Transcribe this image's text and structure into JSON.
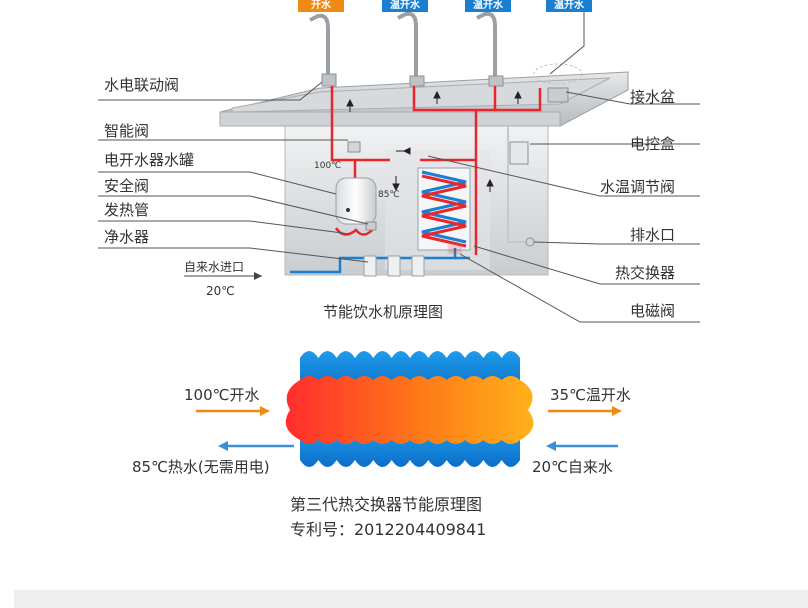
{
  "taps": [
    {
      "label": "开水",
      "color": "#f08a17"
    },
    {
      "label": "温开水",
      "color": "#1a7fd0"
    },
    {
      "label": "温开水",
      "color": "#1a7fd0"
    },
    {
      "label": "温开水",
      "color": "#1a7fd0"
    }
  ],
  "left_labels": [
    "水电联动阀",
    "智能阀",
    "电开水器水罐",
    "安全阀",
    "发热管",
    "净水器"
  ],
  "right_labels": [
    "接水盆",
    "电控盒",
    "水温调节阀",
    "排水口",
    "热交换器",
    "电磁阀"
  ],
  "inlet": {
    "label": "自来水进口",
    "temp": "20℃"
  },
  "inner": {
    "t100": "100℃",
    "t85": "85℃"
  },
  "title1": "节能饮水机原理图",
  "exchanger": {
    "in_hot": "100℃开水",
    "out_warm": "35℃温开水",
    "out_hot": "85℃热水(无需用电)",
    "in_cold": "20℃自来水"
  },
  "title2": "第三代热交换器节能原理图",
  "patent": "专利号：2012204409841",
  "colors": {
    "hot": "#e8262c",
    "cold": "#1a7fd0",
    "arrow_orange": "#f08a17",
    "arrow_blue": "#3d8fd6"
  }
}
